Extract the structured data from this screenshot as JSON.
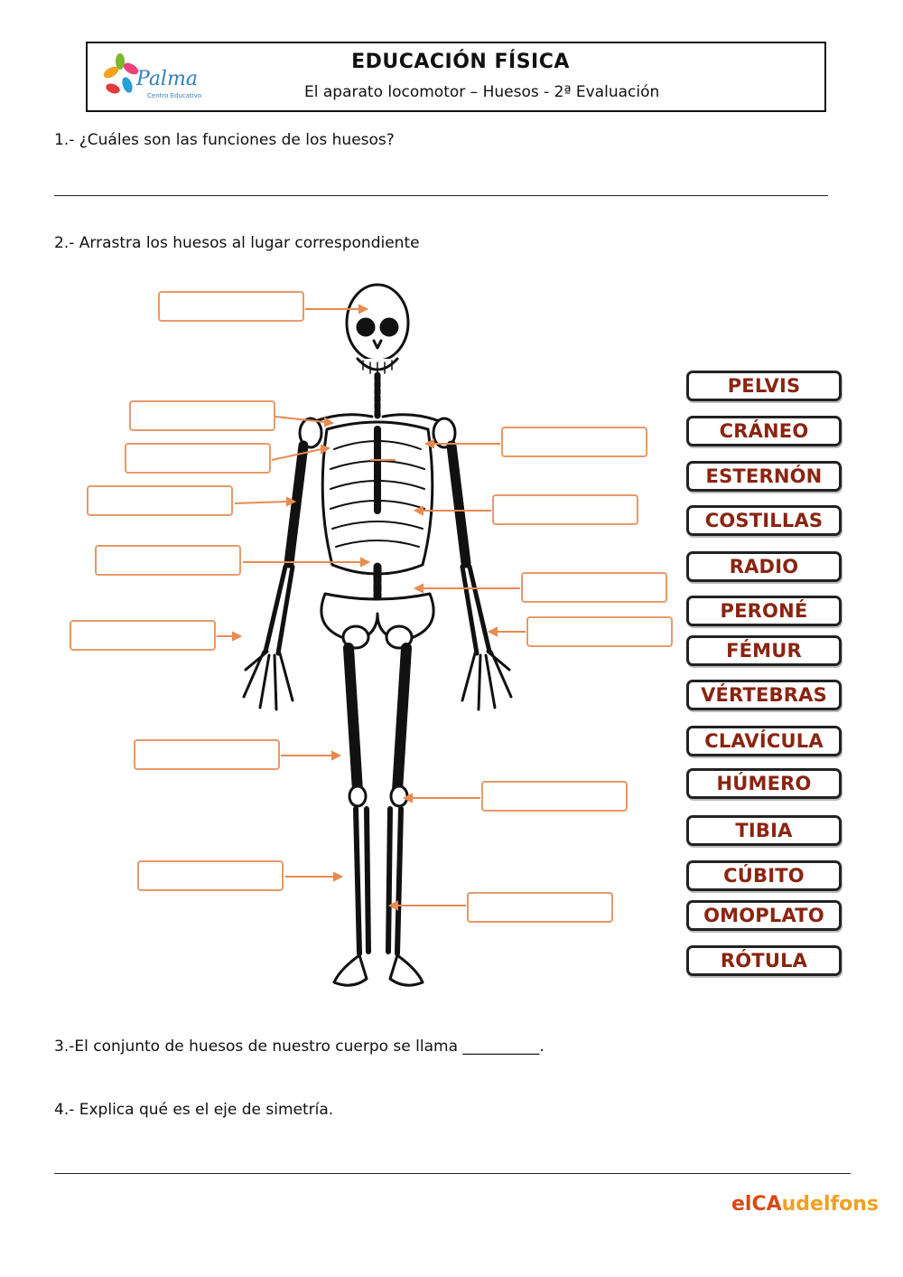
{
  "header": {
    "logo_text": "Palma",
    "logo_subtext": "Centro Educativo",
    "title": "EDUCACIÓN FÍSICA",
    "subtitle": "El aparato locomotor – Huesos - 2ª Evaluación"
  },
  "questions": {
    "q1": "1.- ¿Cuáles son las funciones de los huesos?",
    "q2": "2.- Arrastra los huesos al lugar correspondiente",
    "q3": "3.-El conjunto de huesos de nuestro cuerpo se llama __________.",
    "q4": "4.- Explica qué es el eje de simetría."
  },
  "word_bank": [
    "PELVIS",
    "CRÁNEO",
    "ESTERNÓN",
    "COSTILLAS",
    "RADIO",
    "PERONÉ",
    "FÉMUR",
    "VÉRTEBRAS",
    "CLAVÍCULA",
    "HÚMERO",
    "TIBIA",
    "CÚBITO",
    "OMOPLATO",
    "RÓTULA"
  ],
  "footer": {
    "brand_part1": "elCA",
    "brand_part2": "udelfons"
  },
  "colors": {
    "drop_border": "#e79a6a",
    "chip_text": "#8a2410",
    "arrow": "#e88a52"
  }
}
